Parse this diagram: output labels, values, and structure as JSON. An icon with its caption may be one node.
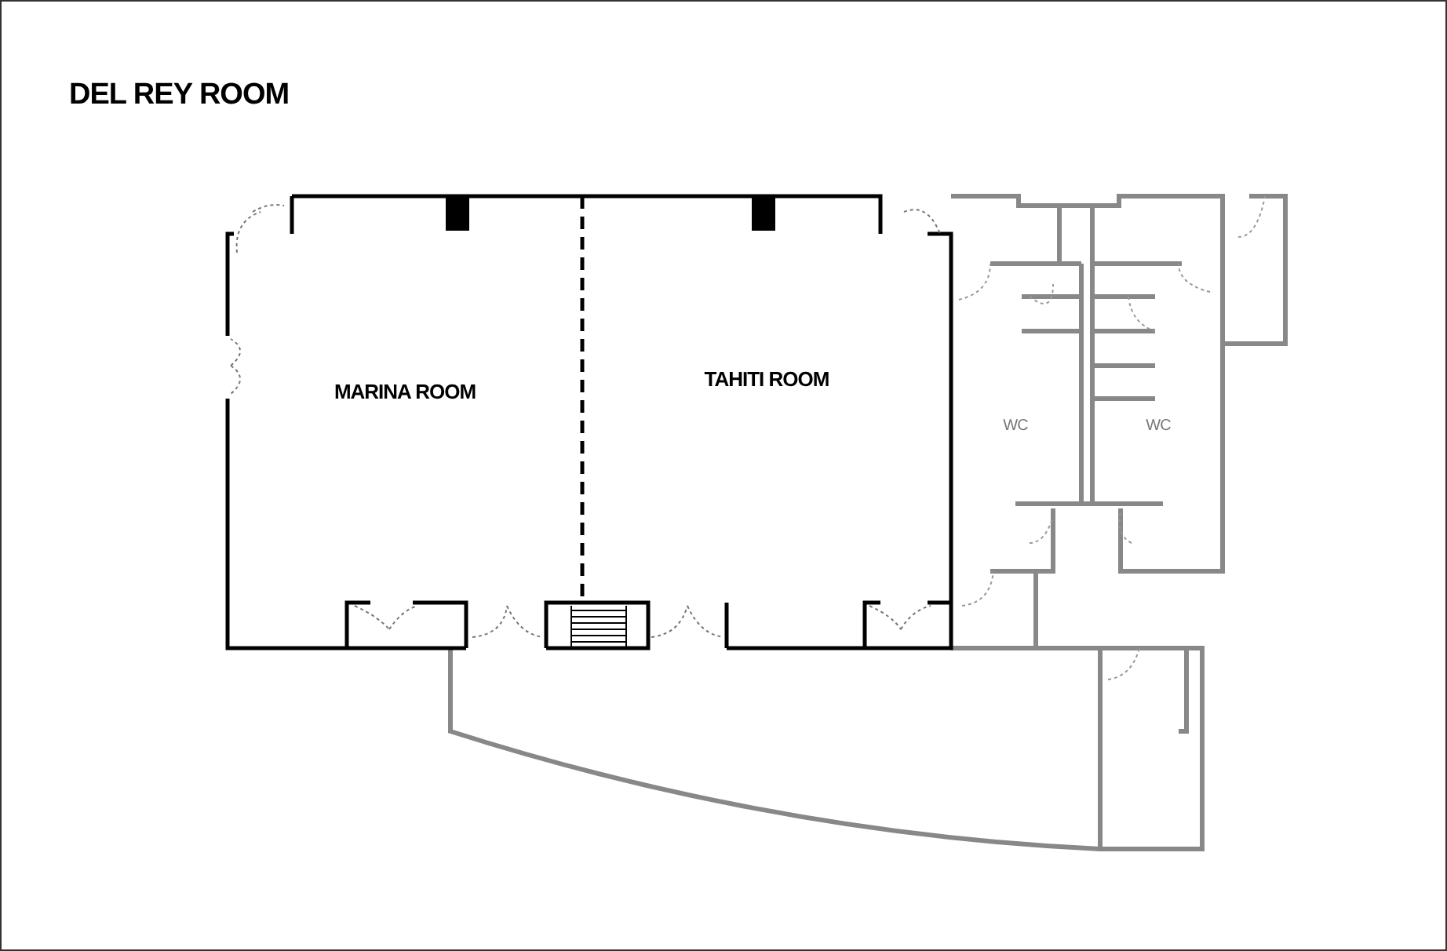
{
  "diagram": {
    "title": "DEL REY ROOM",
    "nodes": [
      {
        "text": [
          "MARINA ROOM"
        ]
      },
      {
        "text": [
          "TAHITI ROOM"
        ]
      },
      {
        "text": [
          "WC"
        ]
      },
      {
        "text": [
          "WC"
        ]
      }
    ]
  }
}
